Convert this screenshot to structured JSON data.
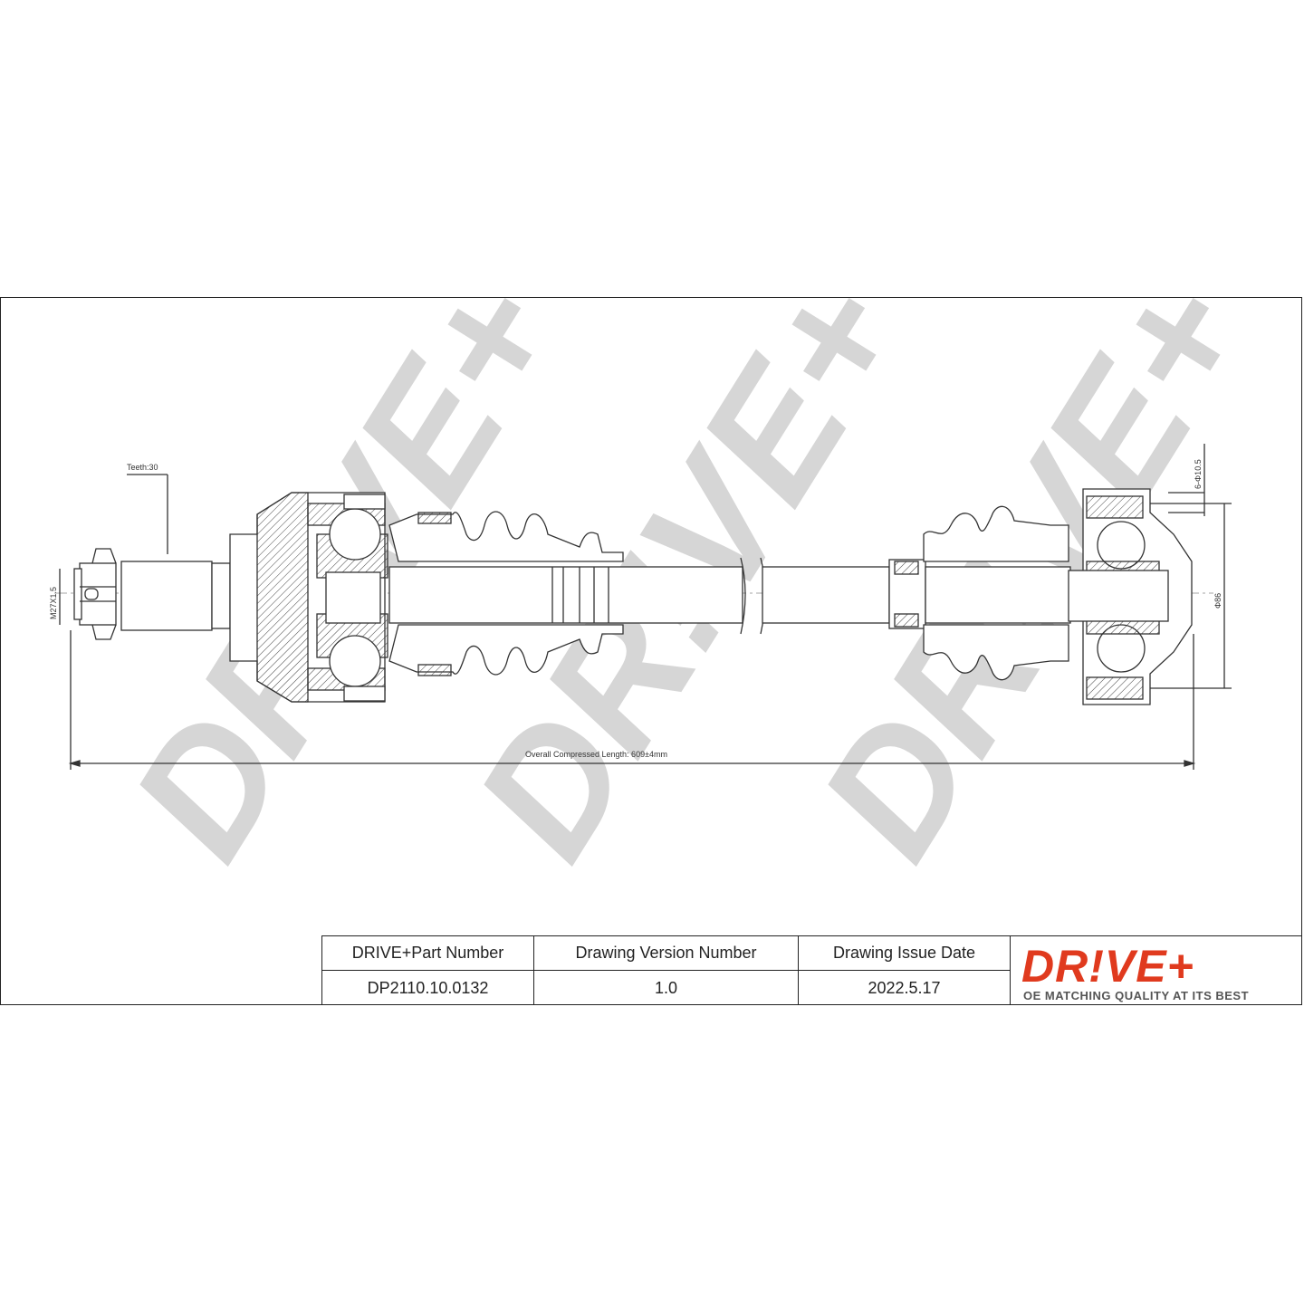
{
  "watermark": {
    "text": "DR!VE+"
  },
  "drawing": {
    "teeth_label": "Teeth:30",
    "thread_label": "M27X1.5",
    "flange_label": "6-Φ10.5",
    "diameter_label": "Φ86",
    "length_label": "Overall  Compressed  Length: 609±4mm"
  },
  "title_block": {
    "headers": [
      "DRIVE+Part Number",
      "Drawing Version Number",
      "Drawing Issue Date"
    ],
    "values": [
      "DP2110.10.0132",
      "1.0",
      "2022.5.17"
    ]
  },
  "brand": {
    "logo": "DR!VE+",
    "tagline": "OE MATCHING QUALITY AT ITS BEST",
    "color": "#e03a1e"
  }
}
